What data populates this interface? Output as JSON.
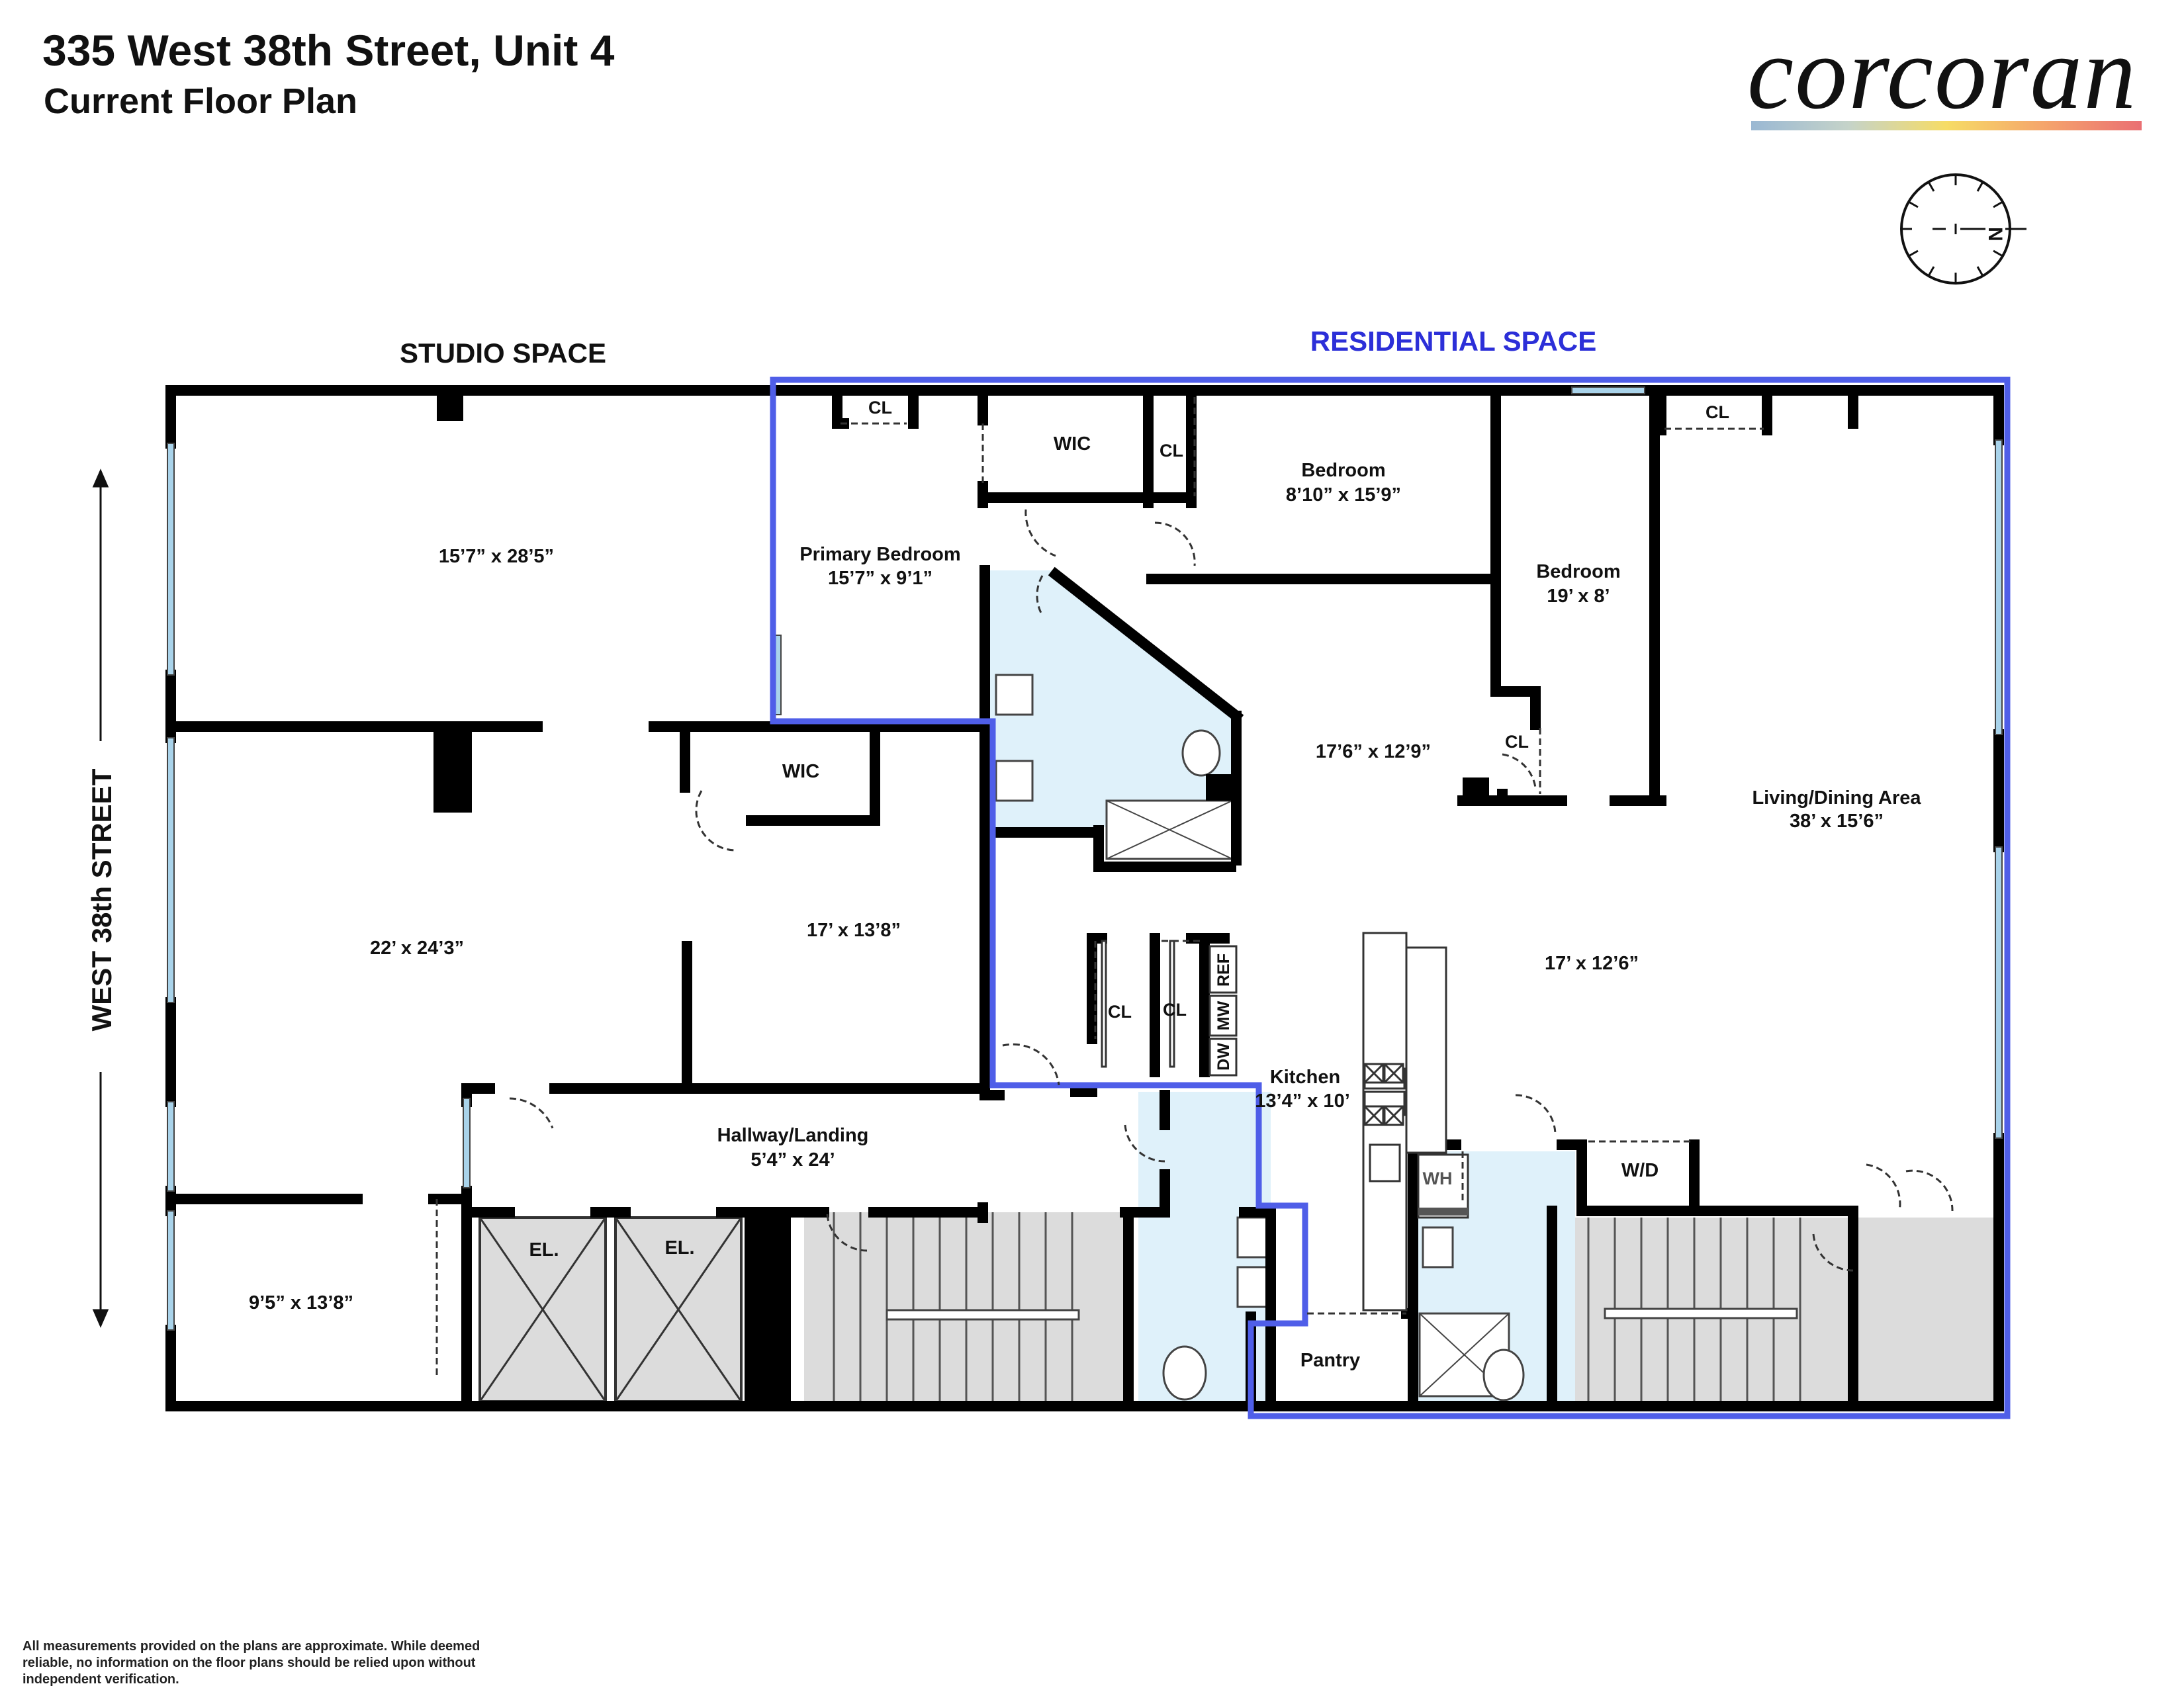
{
  "header": {
    "title": "335 West 38th Street, Unit 4",
    "subtitle": "Current Floor Plan"
  },
  "brand": {
    "logo_text": "corcoran",
    "gradient_colors": [
      "#9ab8d3",
      "#f6dc65",
      "#ea6f73"
    ]
  },
  "compass": {
    "north_label": "N"
  },
  "sections": {
    "studio": "STUDIO SPACE",
    "residential": "RESIDENTIAL SPACE",
    "residential_color": "#4f5ee8"
  },
  "street": {
    "label": "WEST 38th STREET"
  },
  "rooms": {
    "studio_top": "15’7” x 28’5”",
    "studio_main": "22’ x 24’3”",
    "studio_bottom": "9’5” x 13’8”",
    "studio_wic": "WIC",
    "studio_office": "17’ x 13’8”",
    "hallway_name": "Hallway/Landing",
    "hallway_dims": "5’4” x 24’",
    "elevator_1": "EL.",
    "elevator_2": "EL.",
    "primary_cl": "CL",
    "primary_wic": "WIC",
    "primary_name": "Primary Bedroom",
    "primary_dims": "15’7” x 9’1”",
    "bed2_cl": "CL",
    "bed2_name": "Bedroom",
    "bed2_dims": "8’10” x 15’9”",
    "bed3_name": "Bedroom",
    "bed3_dims": "19’ x 8’",
    "bed3_cl": "CL",
    "living_cl": "CL",
    "center_dims": "17’6” x 12’9”",
    "living_name": "Living/Dining Area",
    "living_dims": "38’ x 15’6”",
    "dining_dims": "17’ x 12’6”",
    "hall_cl_1": "CL",
    "hall_cl_2": "CL",
    "kitchen_name": "Kitchen",
    "kitchen_dims": "13’4” x 10’",
    "pantry": "Pantry",
    "wh": "WH",
    "wd": "W/D",
    "ref": "REF",
    "mw": "MW",
    "dw": "DW"
  },
  "disclaimer": "All measurements provided on the plans are approximate. While deemed reliable, no information on the floor plans should be relied upon without independent verification."
}
